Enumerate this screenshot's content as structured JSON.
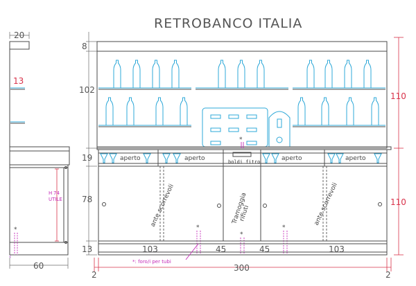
{
  "title": "RETROBANCO ITALIA",
  "side_view": {
    "top_width": "20",
    "shelf_height": "13",
    "depth": "60",
    "useful_height_label": "H",
    "useful_height_value": "74",
    "useful_label": "UTILE",
    "asterisk": "*"
  },
  "front_view": {
    "left_dims": [
      "8",
      "102",
      "19",
      "78",
      "13"
    ],
    "right_dims": [
      "110",
      "110"
    ],
    "bottom_dims": [
      "103",
      "45",
      "45",
      "103"
    ],
    "total_width": "300",
    "edge_left": "2",
    "edge_right": "2",
    "aperto_labels": [
      "aperto",
      "aperto",
      "aperto",
      "aperto"
    ],
    "center_box_label": "boldi fitro",
    "door_labels": [
      "ante scorrevoli",
      "ante scorrevoli"
    ],
    "bin_label_line1": "Tramoggia",
    "bin_label_line2": "rifiuti",
    "note": "*: foro/i per tubi",
    "asterisk": "*"
  },
  "colors": {
    "line": "#4a4a4a",
    "dimension": "#d8324a",
    "glass": "#2ea8d8",
    "pipe": "#c42ab8"
  }
}
